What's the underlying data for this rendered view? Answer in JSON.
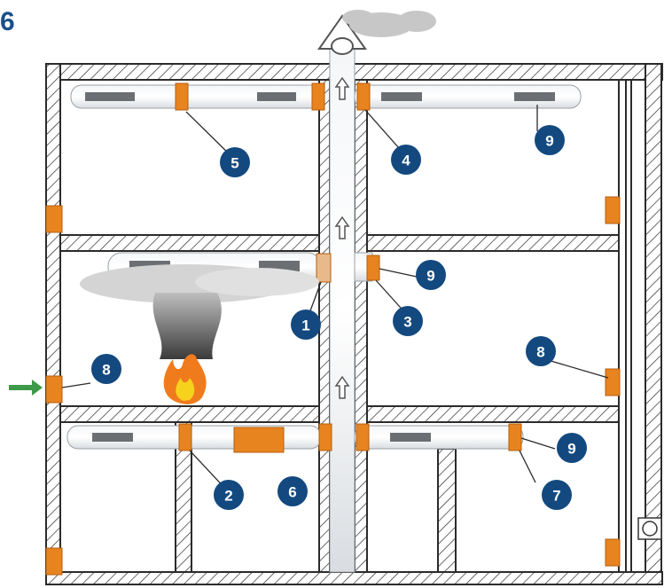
{
  "corner_fragment": "6",
  "colors": {
    "wall_hatch": "#2b2b2b",
    "duct_fill": "#e9ecef",
    "damper": "#e8841f",
    "badge": "#13497f",
    "smoke": "#c7c7c7",
    "inlet_arrow": "#3e9a48",
    "flame_outer": "#f07b1d",
    "flame_inner": "#f6d21d"
  },
  "callouts": [
    "1",
    "2",
    "3",
    "4",
    "5",
    "6",
    "7",
    "8",
    "8",
    "9",
    "9",
    "9"
  ]
}
